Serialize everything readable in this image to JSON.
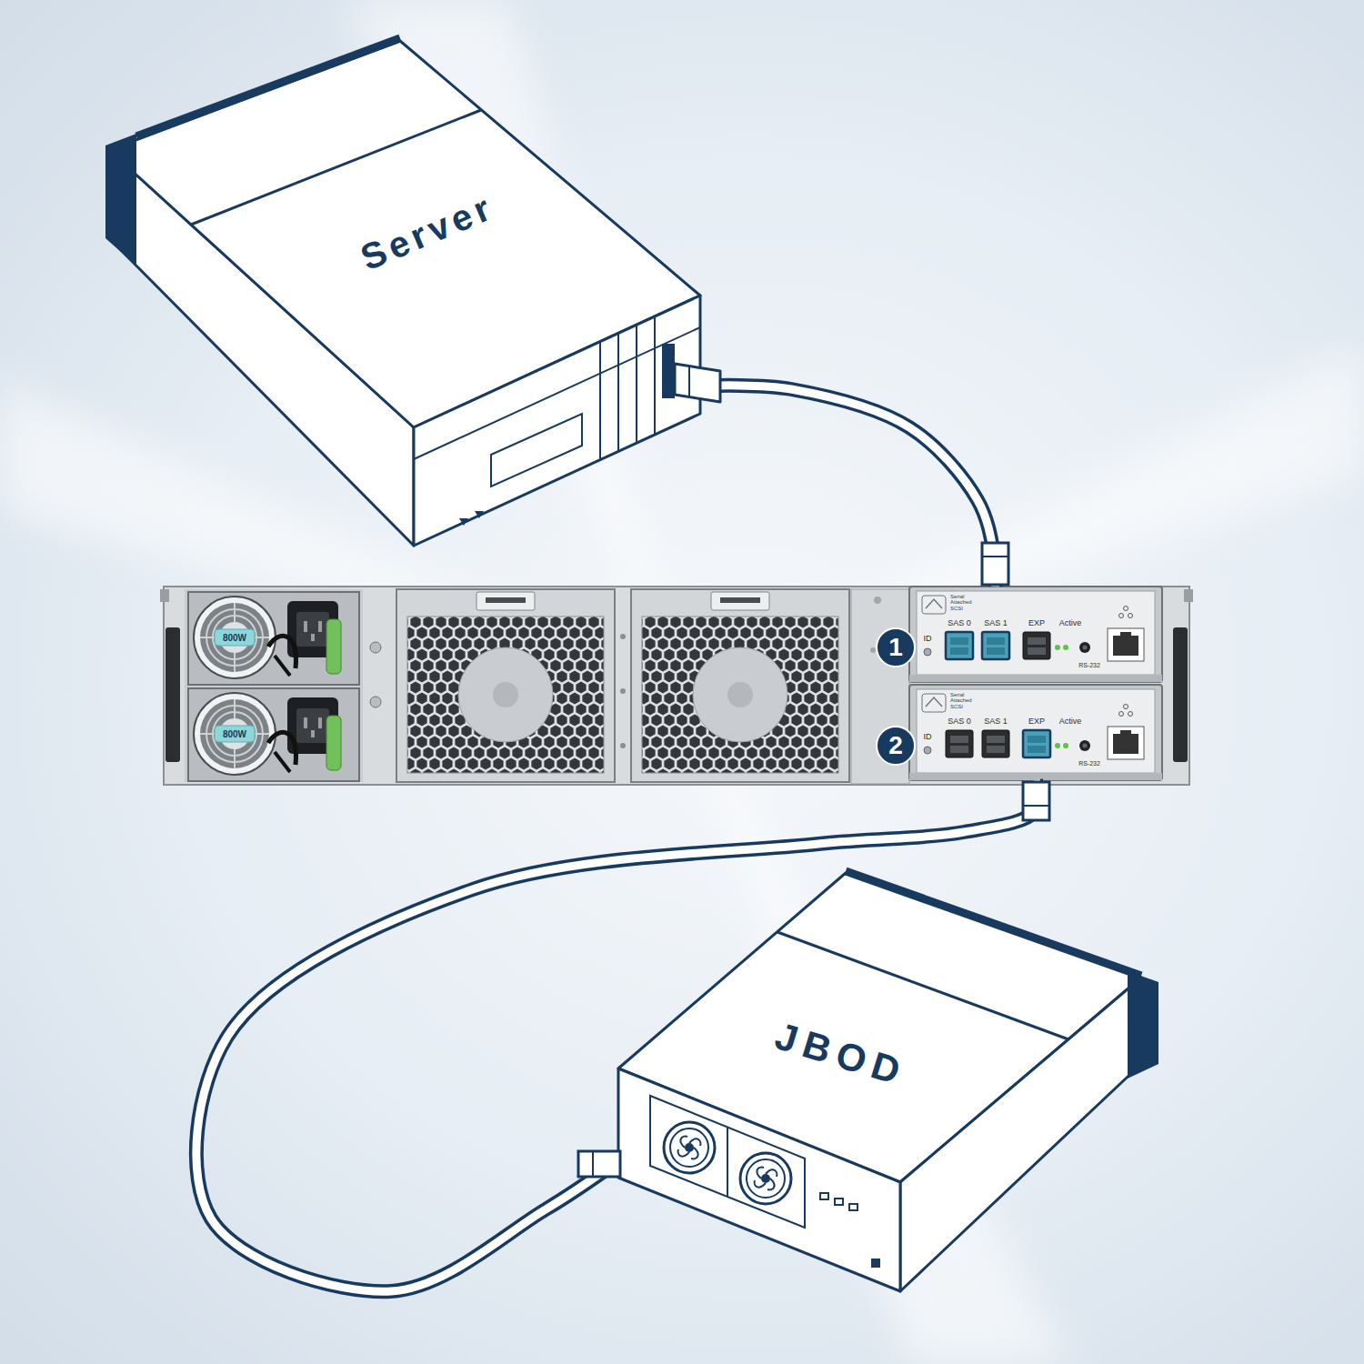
{
  "diagram": {
    "nodes": [
      {
        "text": [
          "Server"
        ]
      },
      {
        "text": [
          "Serial Attached SCSI",
          "ID",
          "SAS 0",
          "SAS 1",
          "EXP",
          "Active",
          "RS-232"
        ]
      },
      {
        "text": [
          "Serial Attached SCSI",
          "ID",
          "SAS 0",
          "SAS 1",
          "EXP",
          "Active",
          "RS-232"
        ]
      },
      {
        "text": [
          "JBOD"
        ]
      }
    ],
    "edges": [
      {
        "from": 0,
        "to": 1,
        "arrow": "none"
      },
      {
        "from": 2,
        "to": 3,
        "arrow": "none"
      }
    ],
    "labels": [
      "800W",
      "800W",
      "1",
      "2"
    ]
  }
}
